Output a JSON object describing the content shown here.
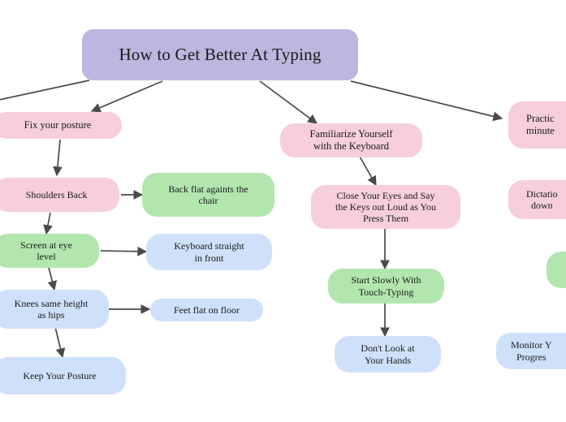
{
  "diagram": {
    "title": "How to Get Better At Typing",
    "background": "#ffffff",
    "palette": {
      "root": "#bdb6de",
      "pink": "#f6cedc",
      "green": "#b2e6ae",
      "blue": "#cfe0fb",
      "edge": "#4a4a4a",
      "text": "#1a1a1a"
    },
    "nodes": {
      "root": "How to Get Better At Typing",
      "fix_posture": "Fix your posture",
      "shoulders_back": "Shoulders Back",
      "back_flat": "Back flat againts the\nchair",
      "screen_eye_level": "Screen at eye\nlevel",
      "keyboard_straight": "Keyboard straight\nin front",
      "knees_hips": "Knees same height\nas hips",
      "feet_flat": "Feet flat on floor",
      "keep_posture": "Keep Your Posture",
      "familiarize": "Familiarize Yourself\nwith the Keyboard",
      "close_eyes": "Close Your Eyes and Say\nthe Keys out Loud as You\nPress Them",
      "start_slowly": "Start Slowly With\nTouch-Typing",
      "dont_look": "Don't Look at\nYour Hands",
      "practice": "Practic\nminute",
      "dictation": "Dictatio\ndown",
      "green_right": "",
      "monitor_progress": "Monitor Y\nProgres"
    }
  }
}
